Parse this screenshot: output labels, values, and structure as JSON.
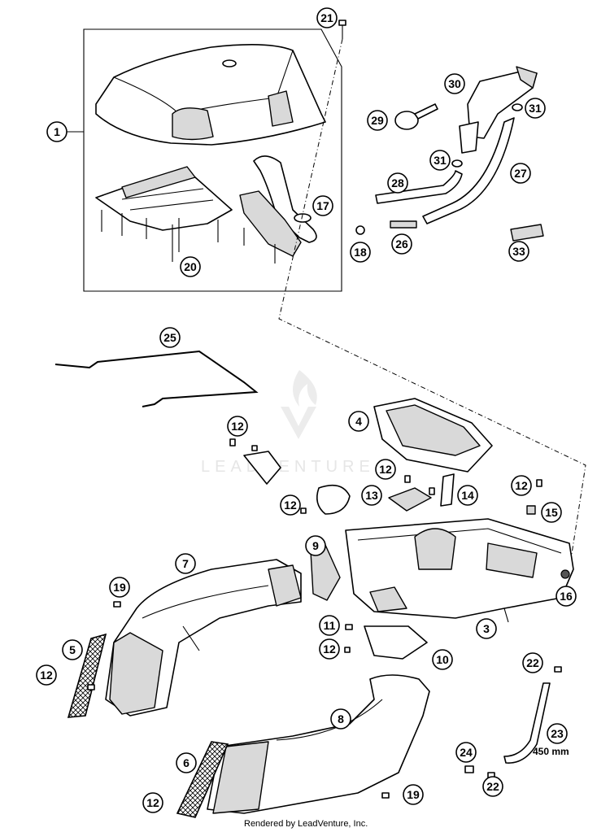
{
  "callouts": [
    {
      "num": "1"
    },
    {
      "num": "3"
    },
    {
      "num": "4"
    },
    {
      "num": "5"
    },
    {
      "num": "6"
    },
    {
      "num": "7"
    },
    {
      "num": "8"
    },
    {
      "num": "9"
    },
    {
      "num": "10"
    },
    {
      "num": "11"
    },
    {
      "num": "12"
    },
    {
      "num": "13"
    },
    {
      "num": "14"
    },
    {
      "num": "15"
    },
    {
      "num": "16"
    },
    {
      "num": "17"
    },
    {
      "num": "18"
    },
    {
      "num": "19"
    },
    {
      "num": "20"
    },
    {
      "num": "21"
    },
    {
      "num": "22"
    },
    {
      "num": "23"
    },
    {
      "num": "24"
    },
    {
      "num": "25"
    },
    {
      "num": "26"
    },
    {
      "num": "27"
    },
    {
      "num": "28"
    },
    {
      "num": "29"
    },
    {
      "num": "30"
    },
    {
      "num": "31"
    },
    {
      "num": "33"
    }
  ],
  "hose_length_note": "450 mm",
  "credit": "Rendered by LeadVenture, Inc.",
  "watermark": "LEADVENTURE"
}
